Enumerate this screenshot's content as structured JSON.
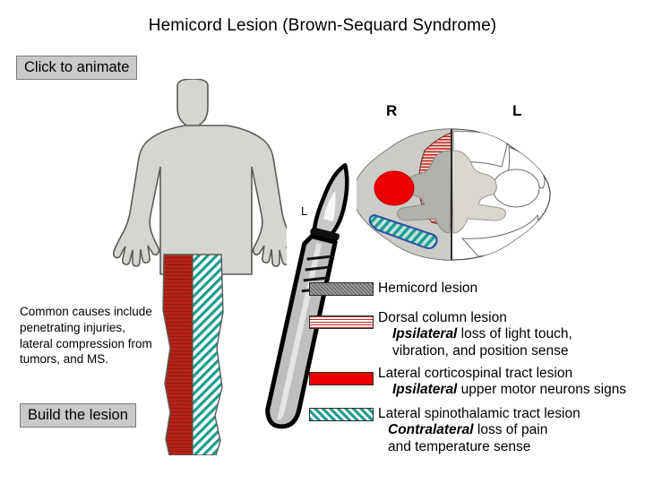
{
  "slide": {
    "title": "Hemicord Lesion (Brown-Sequard Syndrome)",
    "background": "#ffffff"
  },
  "buttons": {
    "animate": "Click to animate",
    "build": "Build the lesion"
  },
  "causes_text": "Common causes include penetrating injuries, lateral compression from tumors, and MS.",
  "cord": {
    "right_label": "R",
    "left_label": "L",
    "scalpel_label": "L"
  },
  "legend": [
    {
      "id": "hemicord",
      "head": "Hemicord lesion",
      "sub": "",
      "sub_emphasis": "",
      "sub_rest": "",
      "sub2": "",
      "swatch": "gray-diagonal-hatch",
      "color": "#9d9d9d"
    },
    {
      "id": "dorsal",
      "head": "Dorsal column lesion",
      "sub_emphasis": "Ipsilateral",
      "sub_rest": " loss of light touch,",
      "sub2": "vibration, and position sense",
      "swatch": "red-horizontal-stripes",
      "color": "#bc2f26"
    },
    {
      "id": "cortico",
      "head": "Lateral corticospinal tract lesion",
      "sub_emphasis": "Ipsilateral",
      "sub_rest": " upper motor neurons signs",
      "sub2": "",
      "swatch": "solid-red",
      "color": "#ee0000"
    },
    {
      "id": "spino",
      "head": "Lateral spinothalamic tract lesion",
      "sub_emphasis": "Contralateral",
      "sub_rest": " loss of pain",
      "sub2": "and temperature sense",
      "swatch": "teal-diagonal-hatch",
      "color": "#1e9c8f"
    }
  ],
  "body_figure": {
    "fill": "#d5d5d2",
    "outline": "#5a5a56",
    "left_leg_pattern": "red-horizontal-stripes",
    "left_leg_color": "#b52318",
    "right_leg_pattern": "teal-diagonal-hatch",
    "right_leg_color": "#1e9c8f"
  }
}
